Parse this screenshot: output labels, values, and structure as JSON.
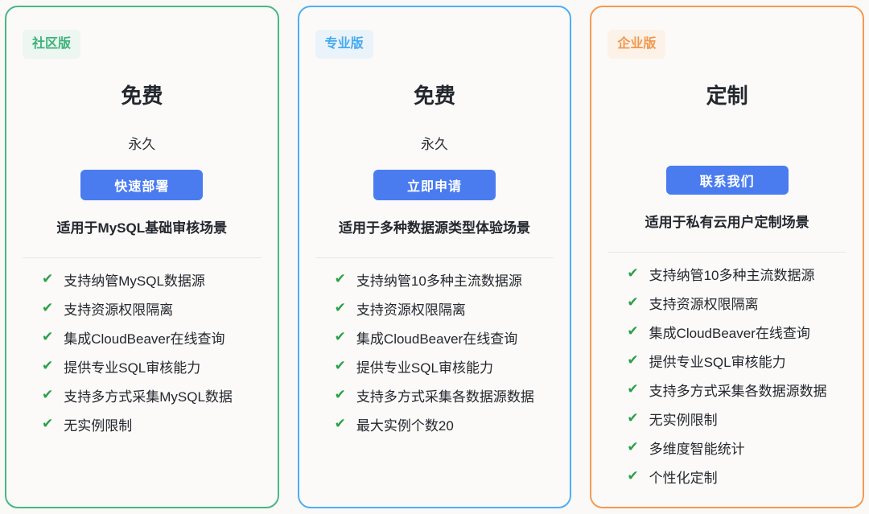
{
  "page": {
    "background_color": "#faf9f7",
    "card_background_color": "#fbfaf8",
    "button_color": "#4a7cf0",
    "check_color": "#2aa04a",
    "check_glyph": "✔"
  },
  "cards": [
    {
      "edition": "社区版",
      "accent_color": "#47b784",
      "badge_bg_color": "#edf6f1",
      "badge_text_color": "#3cb379",
      "price": "免费",
      "duration": "永久",
      "button_label": "快速部署",
      "description": "适用于MySQL基础审核场景",
      "features": [
        "支持纳管MySQL数据源",
        "支持资源权限隔离",
        "集成CloudBeaver在线查询",
        "提供专业SQL审核能力",
        "支持多方式采集MySQL数据",
        "无实例限制"
      ]
    },
    {
      "edition": "专业版",
      "accent_color": "#4fadf5",
      "badge_bg_color": "#eaf3fa",
      "badge_text_color": "#45aaf0",
      "price": "免费",
      "duration": "永久",
      "button_label": "立即申请",
      "description": "适用于多种数据源类型体验场景",
      "features": [
        "支持纳管10多种主流数据源",
        "支持资源权限隔离",
        "集成CloudBeaver在线查询",
        "提供专业SQL审核能力",
        "支持多方式采集各数据源数据",
        "最大实例个数20"
      ]
    },
    {
      "edition": "企业版",
      "accent_color": "#f59a52",
      "badge_bg_color": "#fcf2e8",
      "badge_text_color": "#ef9850",
      "price": "定制",
      "duration": "",
      "button_label": "联系我们",
      "description": "适用于私有云用户定制场景",
      "features": [
        "支持纳管10多种主流数据源",
        "支持资源权限隔离",
        "集成CloudBeaver在线查询",
        "提供专业SQL审核能力",
        "支持多方式采集各数据源数据",
        "无实例限制",
        "多维度智能统计",
        "个性化定制"
      ]
    }
  ]
}
